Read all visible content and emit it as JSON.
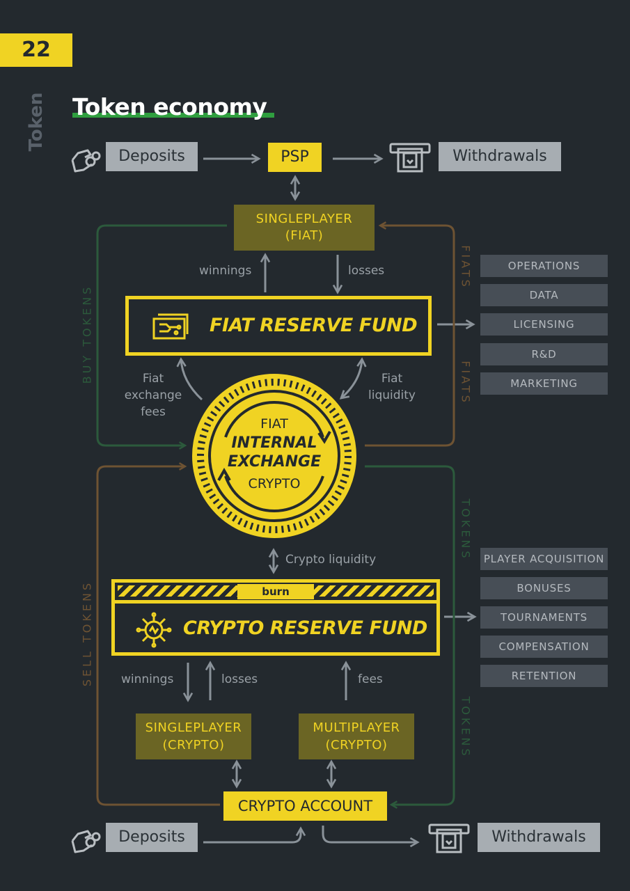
{
  "page_number": "22",
  "side_label": "Token",
  "title": "Token economy",
  "top_flow": {
    "deposits": "Deposits",
    "psp": "PSP",
    "withdrawals": "Withdrawals"
  },
  "singleplayer_fiat": {
    "line1": "SINGLEPLAYER",
    "line2": "(FIAT)"
  },
  "fiat_flow": {
    "winnings": "winnings",
    "losses": "losses"
  },
  "fiat_fund": "FIAT RESERVE FUND",
  "fiat_outflows": [
    "OPERATIONS",
    "DATA",
    "LICENSING",
    "R&D",
    "MARKETING"
  ],
  "exchange_labels": {
    "fees": [
      "Fiat",
      "exchange",
      "fees"
    ],
    "liquidity": [
      "Fiat",
      "liquidity"
    ]
  },
  "coin": {
    "top": "FIAT",
    "line1": "INTERNAL",
    "line2": "EXCHANGE",
    "bottom": "CRYPTO"
  },
  "crypto_liquidity": "Crypto liquidity",
  "burn": "burn",
  "crypto_fund": "CRYPTO RESERVE FUND",
  "crypto_outflows": [
    "PLAYER ACQUISITION",
    "BONUSES",
    "TOURNAMENTS",
    "COMPENSATION",
    "RETENTION"
  ],
  "crypto_flow": {
    "winnings": "winnings",
    "losses": "losses",
    "fees": "fees"
  },
  "singleplayer_crypto": {
    "line1": "SINGLEPLAYER",
    "line2": "(CRYPTO)"
  },
  "multiplayer_crypto": {
    "line1": "MULTIPLAYER",
    "line2": "(CRYPTO)"
  },
  "crypto_account": "CRYPTO ACCOUNT",
  "bottom_flow": {
    "deposits": "Deposits",
    "withdrawals": "Withdrawals"
  },
  "vertical_labels": {
    "buy_tokens": "BUY TOKENS",
    "sell_tokens": "SELL TOKENS",
    "fiats": "FIATS",
    "tokens": "TOKENS"
  },
  "colors": {
    "background": "#23292e",
    "yellow": "#f0d323",
    "olive": "#6b6524",
    "green_line": "#2c5a3c",
    "brown_line": "#6e5333",
    "grey_arrow": "#8a9299",
    "grey_box": "#a7adb2",
    "item_box": "#474e56"
  },
  "icons": [
    "hand-coins-icon",
    "atm-withdrawal-icon",
    "banknote-circuit-icon",
    "network-token-icon"
  ]
}
